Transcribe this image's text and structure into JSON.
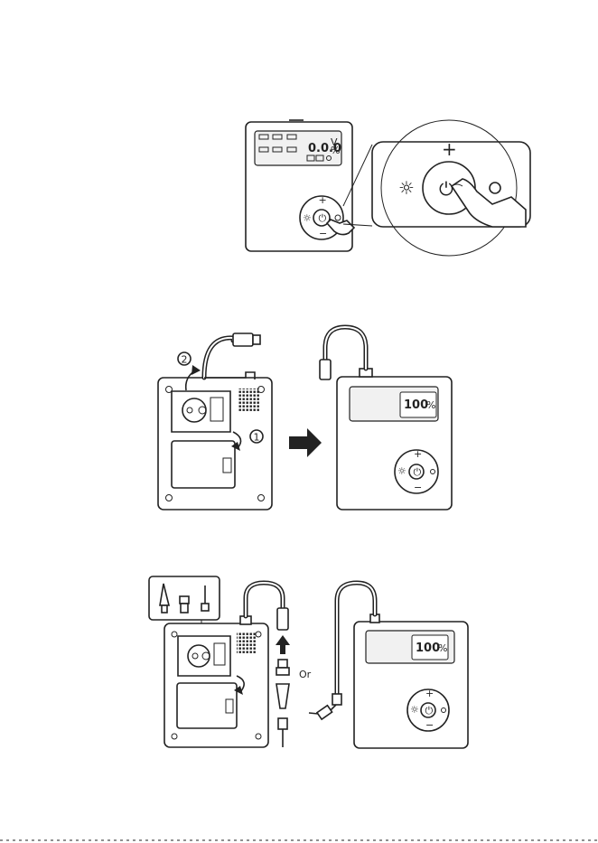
{
  "step1": {
    "lcd_reading": "0.0.0",
    "lcd_unit_v": "V",
    "lcd_unit_pct": "%"
  },
  "step2": {
    "callout_1": "1",
    "callout_2": "2",
    "lcd_reading": "100",
    "lcd_unit": "%"
  },
  "step3": {
    "or_label": "Or",
    "lcd_reading": "100",
    "lcd_unit": "%"
  },
  "button_symbols": {
    "plus": "+",
    "minus": "−",
    "light": "☼"
  }
}
